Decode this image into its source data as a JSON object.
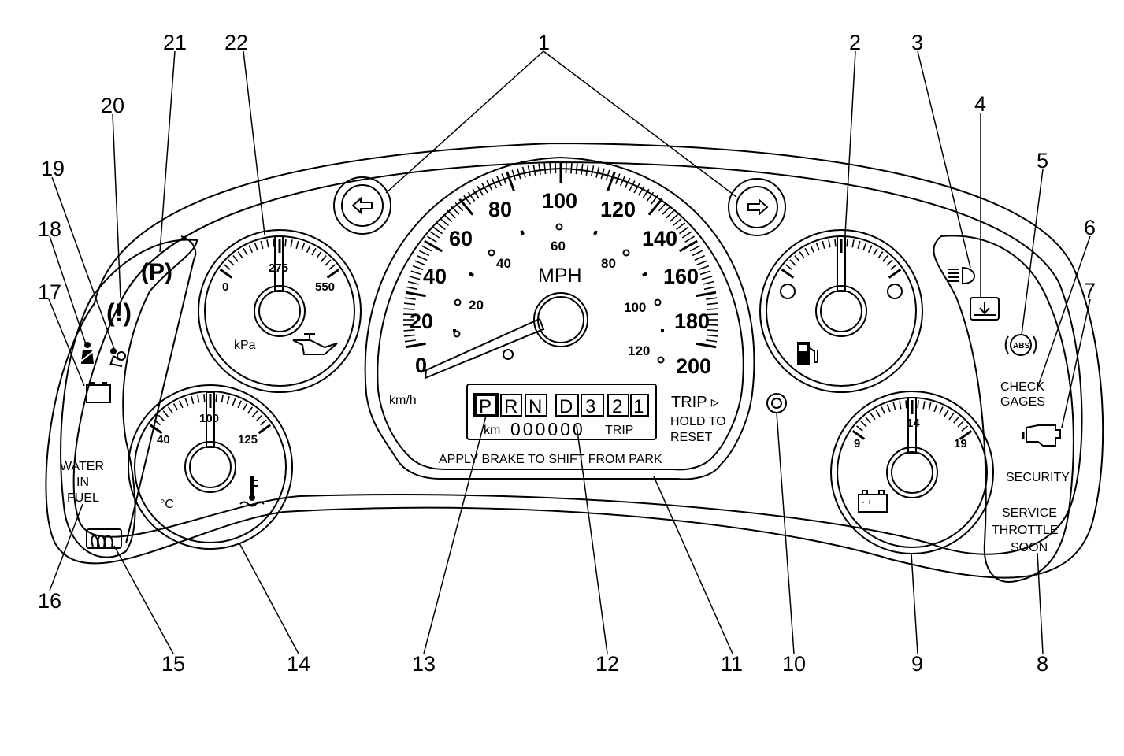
{
  "callouts": [
    "1",
    "2",
    "3",
    "4",
    "5",
    "6",
    "7",
    "8",
    "9",
    "10",
    "11",
    "12",
    "13",
    "14",
    "15",
    "16",
    "17",
    "18",
    "19",
    "20",
    "21",
    "22"
  ],
  "speedometer": {
    "mph_labels": [
      "0",
      "20",
      "40",
      "60",
      "80",
      "100",
      "120",
      "140",
      "160",
      "180",
      "200"
    ],
    "kmh_labels": [
      "0",
      "20",
      "40",
      "60",
      "80",
      "100",
      "120"
    ],
    "unit_mph": "MPH",
    "unit_kmh": "km/h"
  },
  "prndl": [
    "P",
    "R",
    "N",
    "D",
    "3",
    "2",
    "1"
  ],
  "odometer": {
    "unit": "km",
    "digits": "000000",
    "trip_suffix": "TRIP"
  },
  "trip_button": {
    "trip": "TRIP ▹",
    "hold": "HOLD TO",
    "reset": "RESET"
  },
  "shift_message": "APPLY BRAKE TO SHIFT FROM PARK",
  "oil_gauge": {
    "min": "0",
    "mid": "275",
    "max": "550",
    "unit": "kPa"
  },
  "temp_gauge": {
    "min": "40",
    "mid": "100",
    "max": "125",
    "unit": "°C"
  },
  "volt_gauge": {
    "min": "9",
    "mid": "14",
    "max": "19"
  },
  "right_indicators": {
    "check_gages_1": "CHECK",
    "check_gages_2": "GAGES",
    "security": "SECURITY",
    "service_1": "SERVICE",
    "service_2": "THROTTLE",
    "service_3": "SOON",
    "abs": "ABS"
  },
  "left_indicators": {
    "water_1": "WATER",
    "water_2": "IN",
    "water_3": "FUEL",
    "brake": "(!)",
    "park": "(P)"
  },
  "battery_signs": "- +"
}
